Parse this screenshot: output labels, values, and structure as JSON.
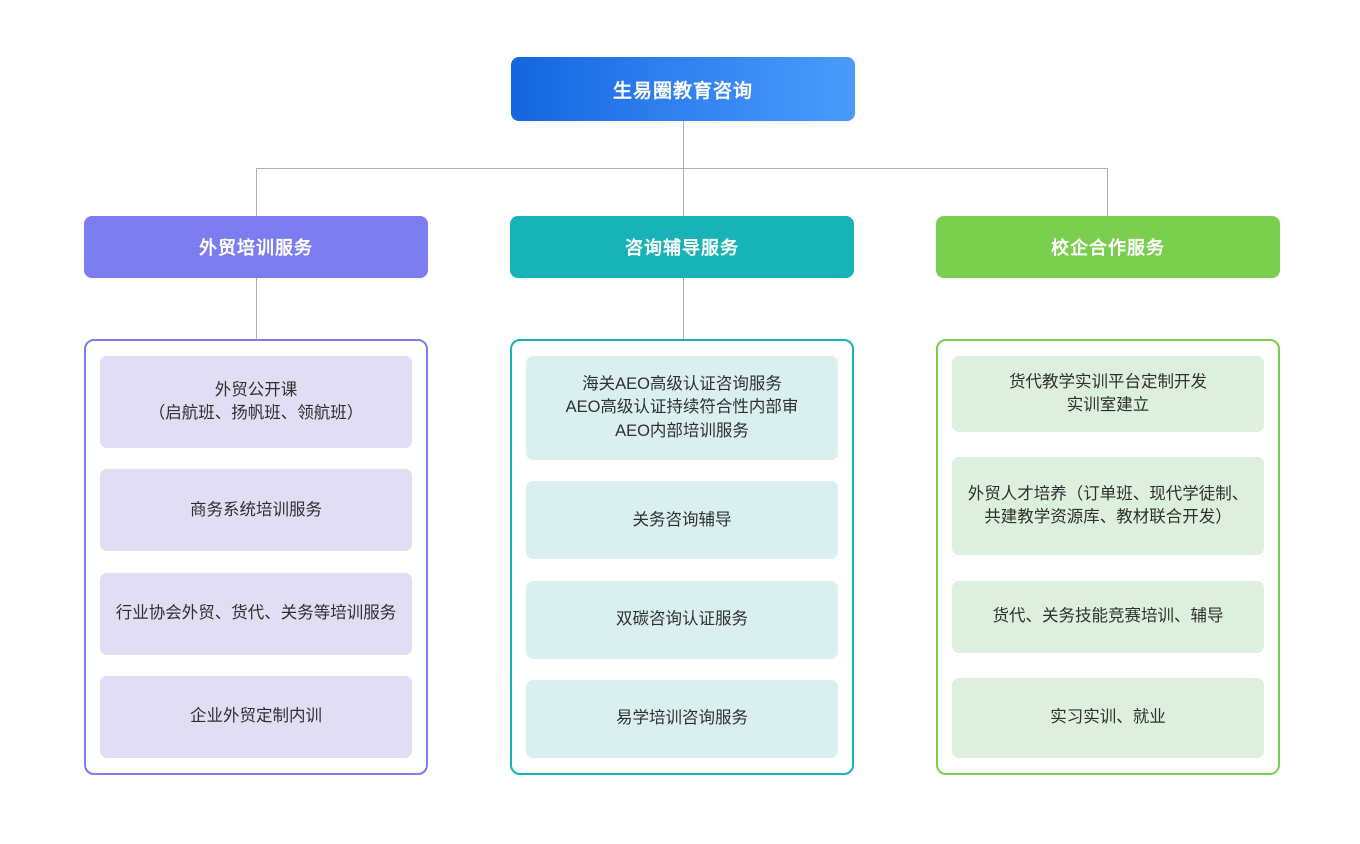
{
  "chart_data": {
    "type": "diagram",
    "diagram_type": "organizational-tree",
    "title": "生易圈教育咨询",
    "levels": 3,
    "orientation": "top-down"
  },
  "root": {
    "label": "生易圈教育咨询",
    "color": "#1565e0",
    "gradient_from": "#1565e0",
    "gradient_to": "#4a9bfb"
  },
  "columns": [
    {
      "header": "外贸培训服务",
      "header_color": "#7b7df0",
      "border_color": "#7b7df0",
      "card_color": "#e0ddf5",
      "has_header_connector": true,
      "items": [
        "外贸公开课\n（启航班、扬帆班、领航班）",
        "商务系统培训服务",
        "行业协会外贸、货代、关务等培训服务",
        "企业外贸定制内训"
      ]
    },
    {
      "header": "咨询辅导服务",
      "header_color": "#18b3b8",
      "border_color": "#18b3b8",
      "card_color": "#daf0f0",
      "has_header_connector": true,
      "items": [
        "海关AEO高级认证咨询服务\nAEO高级认证持续符合性内部审\nAEO内部培训服务",
        "关务咨询辅导",
        "双碳咨询认证服务",
        "易学培训咨询服务"
      ]
    },
    {
      "header": "校企合作服务",
      "header_color": "#79cf4d",
      "border_color": "#79cf4d",
      "card_color": "#dcf0dd",
      "has_header_connector": false,
      "items": [
        "货代教学实训平台定制开发\n实训室建立",
        "外贸人才培养（订单班、现代学徒制、共建教学资源库、教材联合开发）",
        "货代、关务技能竞赛培训、辅导",
        "实习实训、就业"
      ]
    }
  ],
  "connectors": {
    "line_color": "#a9b0bb"
  }
}
